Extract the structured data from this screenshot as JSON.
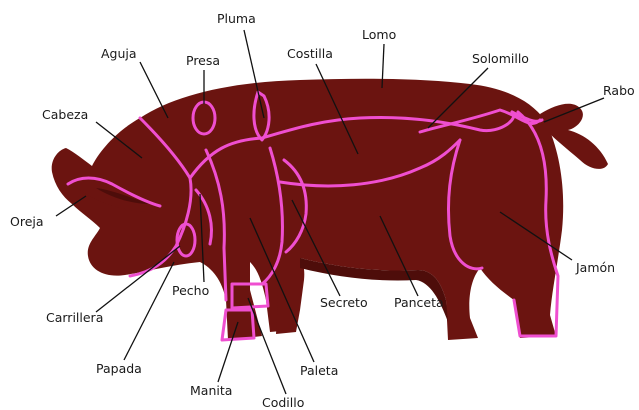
{
  "labels": {
    "pluma": "Pluma",
    "lomo": "Lomo",
    "aguja": "Aguja",
    "presa": "Presa",
    "costilla": "Costilla",
    "solomillo": "Solomillo",
    "rabo": "Rabo",
    "cabeza": "Cabeza",
    "oreja": "Oreja",
    "jamon": "Jamón",
    "carrillera": "Carrillera",
    "pecho": "Pecho",
    "secreto": "Secreto",
    "panceta": "Panceta",
    "papada": "Papada",
    "paleta": "Paleta",
    "manita": "Manita",
    "codillo": "Codillo"
  },
  "colors": {
    "body": "#6b1410",
    "body_shadow": "#4e0d0a",
    "cut_lines": "#ef4fd0",
    "leader_lines": "#111111",
    "label_text": "#1a1a1a"
  }
}
